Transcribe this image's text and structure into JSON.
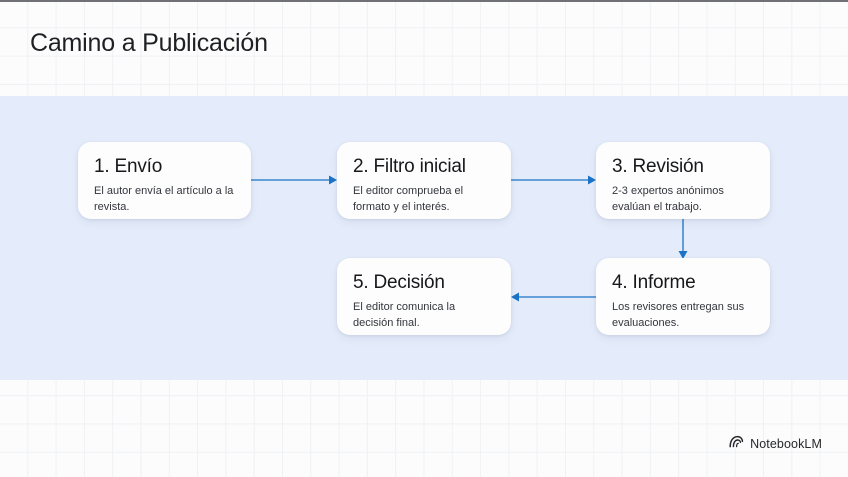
{
  "slide": {
    "title": "Camino a Publicación",
    "panel_color": "#e4ecfb",
    "accent_color": "#1a73c7",
    "background_color": "#fcfcfd"
  },
  "steps": [
    {
      "id": "card1",
      "title": "1. Envío",
      "desc": "El autor envía el artículo a la revista."
    },
    {
      "id": "card2",
      "title": "2. Filtro inicial",
      "desc": "El editor comprueba el formato y el interés."
    },
    {
      "id": "card3",
      "title": "3. Revisión",
      "desc": "2-3 expertos anónimos evalúan el trabajo."
    },
    {
      "id": "card4",
      "title": "4. Informe",
      "desc": "Los revisores entregan sus evaluaciones."
    },
    {
      "id": "card5",
      "title": "5. Decisión",
      "desc": "El editor comunica la decisión final."
    }
  ],
  "connectors": [
    {
      "name": "connector-step1-step2",
      "direction": "right"
    },
    {
      "name": "connector-step2-step3",
      "direction": "right"
    },
    {
      "name": "connector-step3-step4",
      "direction": "down"
    },
    {
      "name": "connector-step4-step5",
      "direction": "left"
    }
  ],
  "footer": {
    "logo_icon": "notebooklm-spiral-icon",
    "logo_text": "NotebookLM"
  }
}
